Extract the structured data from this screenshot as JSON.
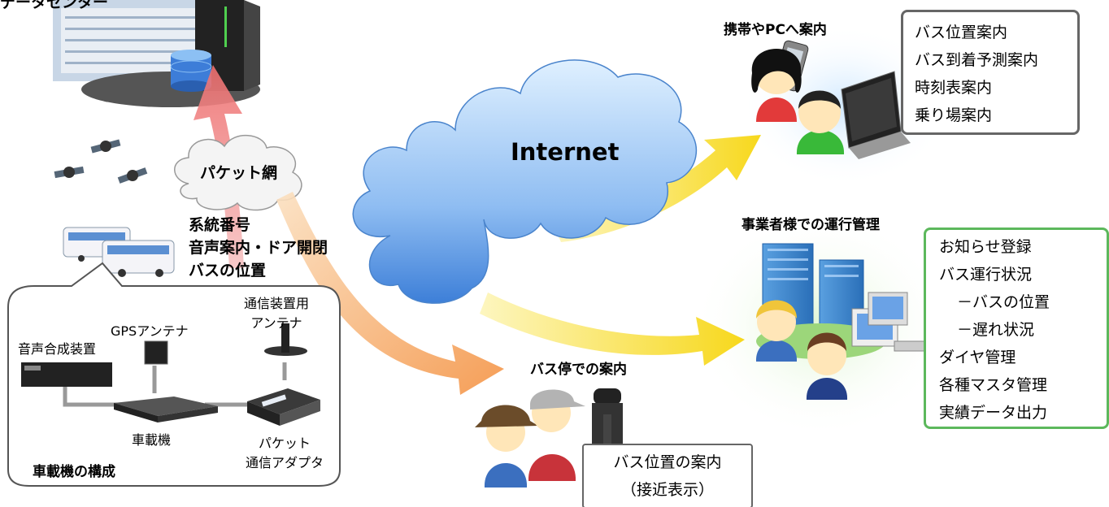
{
  "datacenter_label": "データセンター",
  "internet_label": "Internet",
  "packet_network_label": "パケット網",
  "bus_data_lines": [
    "系統番号",
    "音声案内・ドア開閉",
    "バスの位置"
  ],
  "mobile_pc": {
    "title": "携帯やPCへ案内",
    "items": [
      "バス位置案内",
      "バス到着予測案内",
      "時刻表案内",
      "乗り場案内"
    ]
  },
  "operator": {
    "title": "事業者様での運行管理",
    "items": [
      "お知らせ登録",
      "バス運行状況",
      "－バスの位置",
      "－遅れ状況",
      "ダイヤ管理",
      "各種マスタ管理",
      "実績データ出力"
    ]
  },
  "bus_stop": {
    "title": "バス停での案内",
    "lines": [
      "バス位置の案内",
      "（接近表示）"
    ]
  },
  "onboard": {
    "title": "車載機の構成",
    "voice_synth": "音声合成装置",
    "gps_antenna": "GPSアンテナ",
    "comm_antenna_lines": [
      "通信装置用",
      "アンテナ"
    ],
    "unit": "車載機",
    "adapter_lines": [
      "パケット",
      "通信アダプタ"
    ]
  },
  "colors": {
    "upload_arrow": "#f08a8a",
    "bus_stop_arrow": "#f5a35a",
    "yellow_arrow": "#f7dc2a",
    "operator_box_border": "#5cb85c",
    "info_box_border": "#666666"
  }
}
